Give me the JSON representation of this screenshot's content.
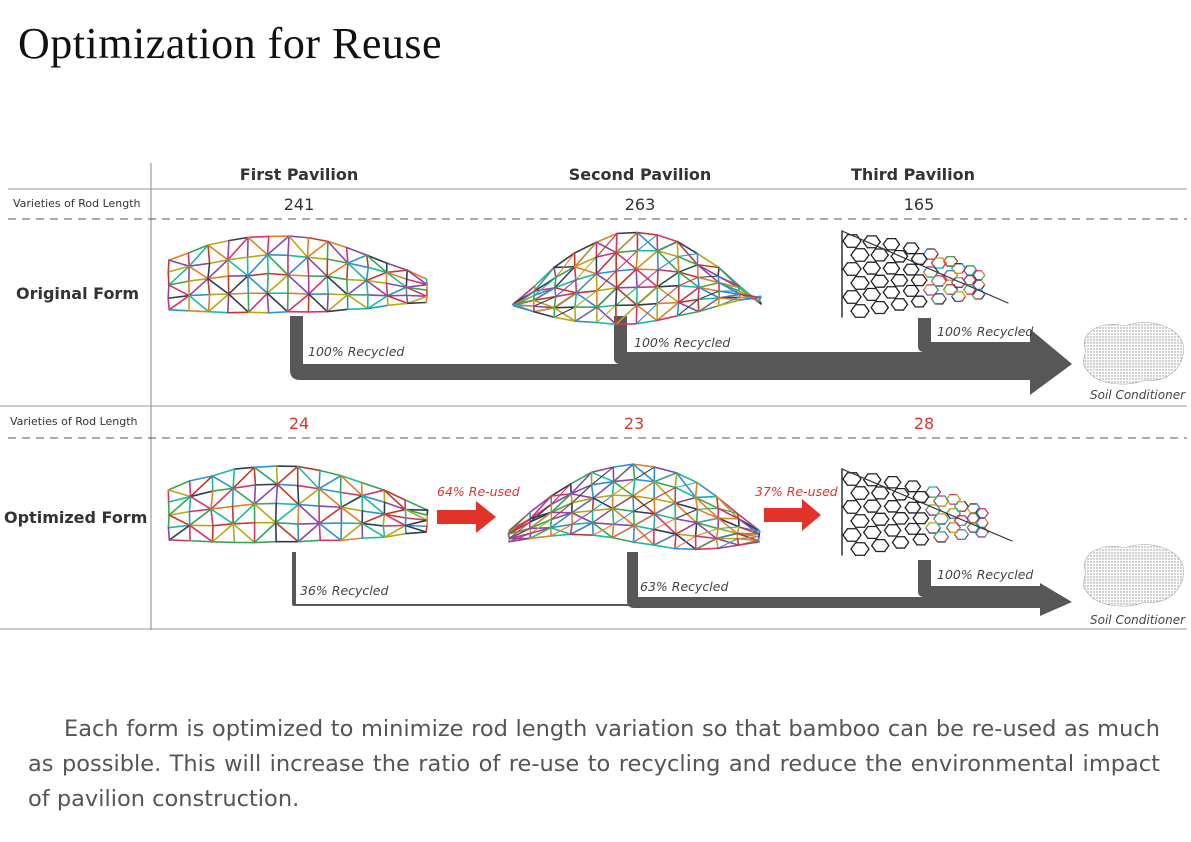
{
  "title": "Optimization for Reuse",
  "columns": [
    "First Pavilion",
    "Second Pavilion",
    "Third Pavilion"
  ],
  "rod_length_label": "Varieties of Rod Length",
  "original": {
    "row_label": "Original Form",
    "counts": [
      "241",
      "263",
      "165"
    ],
    "flows": [
      "100% Recycled",
      "100% Recycled",
      "100% Recycled"
    ],
    "soil_label": "Soil Conditioner"
  },
  "optimized": {
    "row_label": "Optimized Form",
    "counts": [
      "24",
      "23",
      "28"
    ],
    "reuse": [
      "64% Re-used",
      "37% Re-used"
    ],
    "flows": [
      "36% Recycled",
      "63% Recycled",
      "100% Recycled"
    ],
    "soil_label": "Soil Conditioner"
  },
  "caption": "Each form is optimized to minimize rod length variation so that bamboo can be re-used as much as possible. This will increase the ratio of re-use to recycling and reduce the environmental impact of pavilion construction.",
  "colors": {
    "arrow_gray": "#575757",
    "reuse_red": "#e2332a",
    "rods": [
      "#d6336c",
      "#2f8fd6",
      "#36a852",
      "#8e44ad",
      "#e67e22",
      "#1abc9c",
      "#c0392b",
      "#2c3e50",
      "#b8a817"
    ]
  }
}
